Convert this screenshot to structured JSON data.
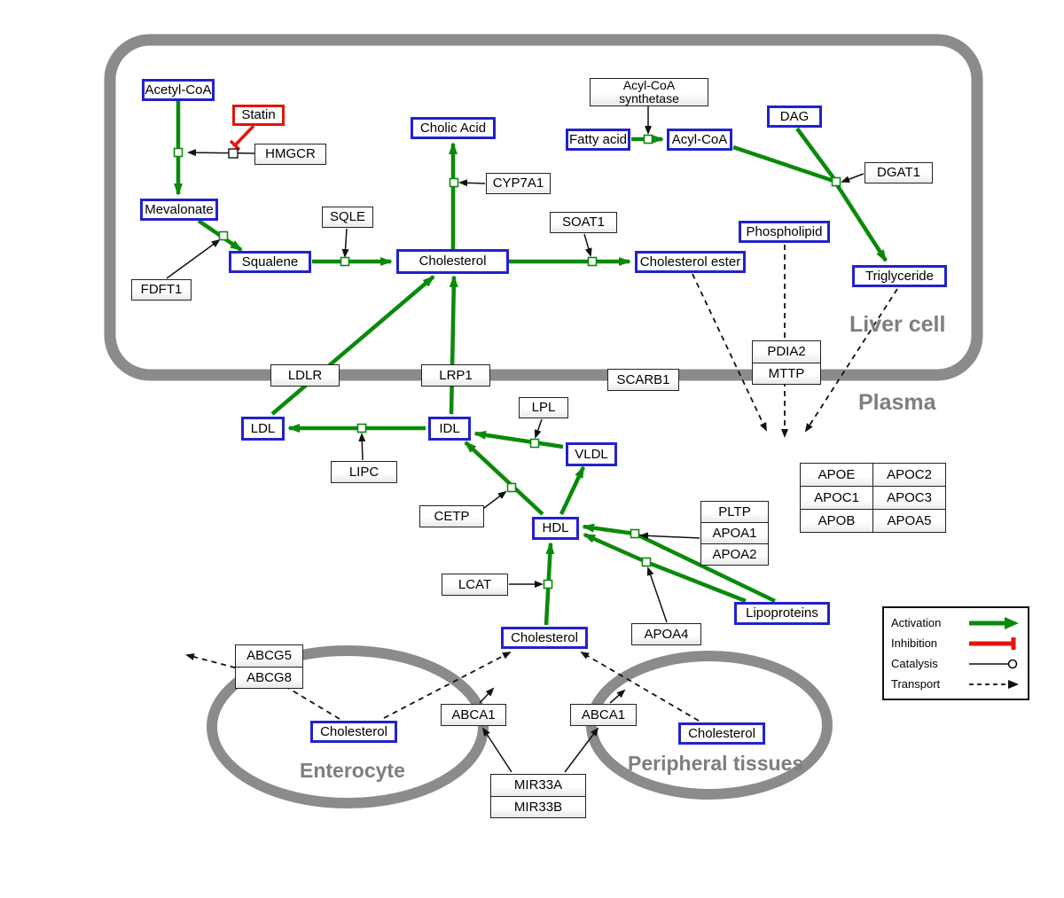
{
  "regions": {
    "liver_cell": "Liver cell",
    "plasma": "Plasma",
    "enterocyte": "Enterocyte",
    "peripheral_tissues": "Peripheral tissues"
  },
  "nodes": {
    "acetyl_coa": "Acetyl-CoA",
    "statin": "Statin",
    "hmgcr": "HMGCR",
    "mevalonate": "Mevalonate",
    "fdft1": "FDFT1",
    "squalene": "Squalene",
    "sqle": "SQLE",
    "cholic_acid": "Cholic Acid",
    "cyp7a1": "CYP7A1",
    "cholesterol_liver": "Cholesterol",
    "soat1": "SOAT1",
    "cholesterol_ester": "Cholesterol ester",
    "acyl_coa_synthetase_1": "Acyl-CoA",
    "acyl_coa_synthetase_2": "synthetase",
    "fatty_acid": "Fatty acid",
    "acyl_coa": "Acyl-CoA",
    "dag": "DAG",
    "dgat1": "DGAT1",
    "phospholipid": "Phospholipid",
    "triglyceride": "Triglyceride",
    "ldlr": "LDLR",
    "lrp1": "LRP1",
    "scarb1": "SCARB1",
    "pdia2": "PDIA2",
    "mttp": "MTTP",
    "ldl": "LDL",
    "idl": "IDL",
    "vldl": "VLDL",
    "hdl": "HDL",
    "lipc": "LIPC",
    "lpl": "LPL",
    "cetp": "CETP",
    "lcat": "LCAT",
    "cholesterol_plasma": "Cholesterol",
    "pltp": "PLTP",
    "apoa1": "APOA1",
    "apoa2": "APOA2",
    "apoa4": "APOA4",
    "lipoproteins": "Lipoproteins",
    "abcg5": "ABCG5",
    "abcg8": "ABCG8",
    "cholesterol_enterocyte": "Cholesterol",
    "abca1_enterocyte": "ABCA1",
    "abca1_peripheral": "ABCA1",
    "cholesterol_peripheral": "Cholesterol",
    "mir33a": "MIR33A",
    "mir33b": "MIR33B"
  },
  "apo_table": {
    "rows": [
      [
        "APOE",
        "APOC2"
      ],
      [
        "APOC1",
        "APOC3"
      ],
      [
        "APOB",
        "APOA5"
      ]
    ]
  },
  "legend": {
    "activation": "Activation",
    "inhibition": "Inhibition",
    "catalysis": "Catalysis",
    "transport": "Transport"
  },
  "colors": {
    "activation_green": "#0a8a0a",
    "inhibition_red": "#e81309",
    "metabolite_border_blue": "#2222cc",
    "enzyme_border": "#222222",
    "membrane_gray": "#8b8b8b",
    "region_label_gray": "#7e7e7e"
  }
}
